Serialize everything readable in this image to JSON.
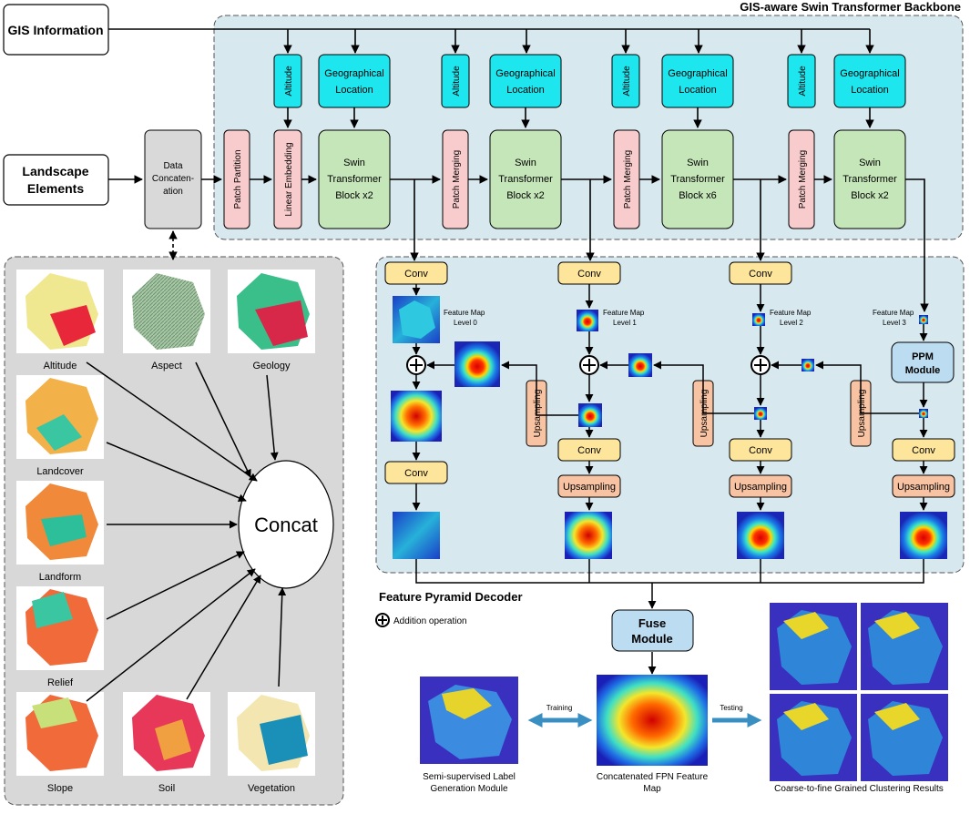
{
  "gis_information": "GIS Information",
  "landscape_elements": [
    "Landscape",
    "Elements"
  ],
  "data_concatenation": [
    "Data",
    "Concaten-",
    "ation"
  ],
  "backbone_title": "GIS-aware Swin Transformer Backbone",
  "patch_partition": "Patch Partition",
  "linear_embedding": "Linear Embedding",
  "patch_merging": "Patch Merging",
  "altitude": "Altitude",
  "geo_location": [
    "Geographical",
    "Location"
  ],
  "swin_blocks": [
    [
      "Swin",
      "Transformer",
      "Block x2"
    ],
    [
      "Swin",
      "Transformer",
      "Block x2"
    ],
    [
      "Swin",
      "Transformer",
      "Block x6"
    ],
    [
      "Swin",
      "Transformer",
      "Block x2"
    ]
  ],
  "conv": "Conv",
  "upsampling": "Upsampling",
  "feature_maps": [
    [
      "Feature Map",
      "Level 0"
    ],
    [
      "Feature Map",
      "Level 1"
    ],
    [
      "Feature Map",
      "Level 2"
    ],
    [
      "Feature Map",
      "Level 3"
    ]
  ],
  "ppm_module": [
    "PPM",
    "Module"
  ],
  "decoder_title": "Feature Pyramid Decoder",
  "addition_operation": "Addition operation",
  "fuse_module": [
    "Fuse",
    "Module"
  ],
  "training": "Training",
  "testing": "Testing",
  "semi_supervised": [
    "Semi-supervised Label",
    "Generation Module"
  ],
  "concatenated_fpn": [
    "Concatenated FPN Feature",
    "Map"
  ],
  "clustering_results": "Coarse-to-fine Grained Clustering Results",
  "concat": "Concat",
  "layers": [
    "Altitude",
    "Aspect",
    "Geology",
    "Landcover",
    "Landform",
    "Relief",
    "Slope",
    "Soil",
    "Vegetation"
  ],
  "colors": {
    "panel_blue": "#d7e8ef",
    "pink": "#f8cbcc",
    "cyan": "#1ee6ef",
    "green": "#c5e6b8",
    "yellow": "#fde59b",
    "salmon": "#f8c3a2",
    "ppm_blue": "#bcdcf2",
    "gray_panel": "#d8d8d8"
  }
}
